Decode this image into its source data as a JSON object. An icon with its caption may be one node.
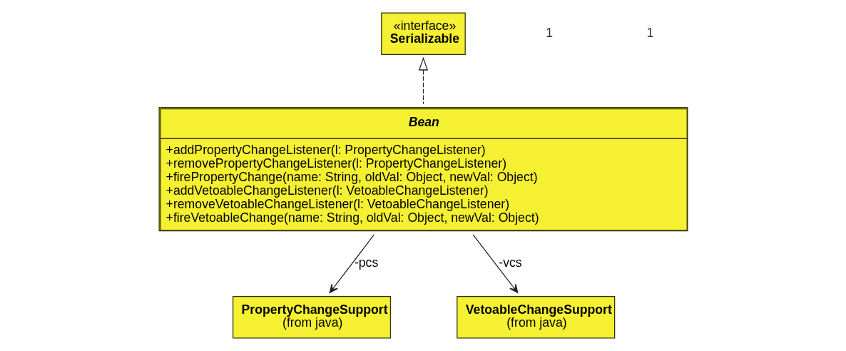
{
  "diagram": {
    "nodes": [
      {
        "text": [
          "«interface»",
          "Serializable"
        ]
      },
      {
        "text": [
          "Bean",
          "+addPropertyChangeListener(l: PropertyChangeListener)",
          "+removePropertyChangeListener(l: PropertyChangeListener)",
          "+firePropertyChange(name: String, oldVal: Object, newVal: Object)",
          "+addVetoableChangeListener(l: VetoableChangeListener)",
          "+removeVetoableChangeListener(l: VetoableChangeListener)",
          "+fireVetoableChange(name: String, oldVal: Object, newVal: Object)"
        ]
      },
      {
        "text": [
          "PropertyChangeSupport",
          "(from java)"
        ]
      },
      {
        "text": [
          "VetoableChangeSupport",
          "(from java)"
        ]
      }
    ],
    "edges": [
      {
        "from": 1,
        "to": 0,
        "arrow": "to",
        "style": "dashed"
      },
      {
        "from": 1,
        "to": 2,
        "arrow": "to",
        "label": "-pcs"
      },
      {
        "from": 1,
        "to": 3,
        "arrow": "to",
        "label": "-vcs"
      }
    ],
    "labels": [
      "1",
      "1"
    ]
  }
}
